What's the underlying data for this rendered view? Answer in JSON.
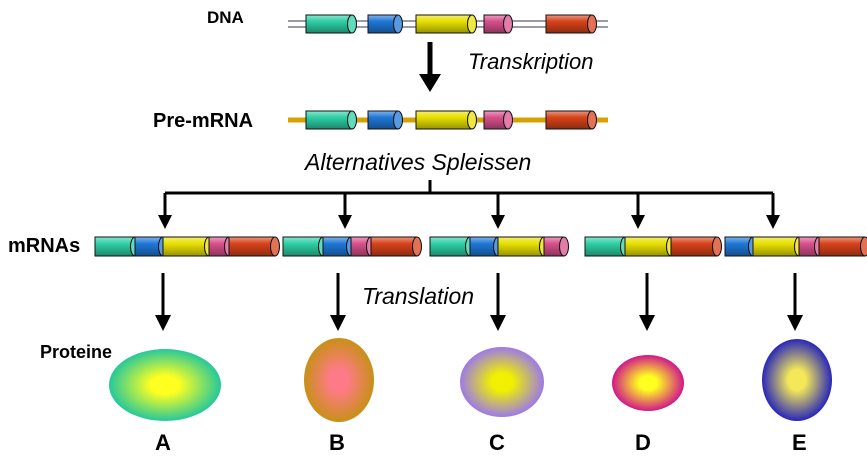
{
  "labels": {
    "dna": "DNA",
    "transcription": "Transkription",
    "pre_mrna": "Pre-mRNA",
    "alternative_splicing": "Alternatives Spleissen",
    "mrnas": "mRNAs",
    "translation": "Translation",
    "proteins": "Proteine"
  },
  "exon_colors": {
    "teal": "#2ecfa6",
    "blue": "#1f78d8",
    "yellow": "#e8e000",
    "pink": "#d8508c",
    "red": "#d8431a"
  },
  "strand_colors": {
    "dna": "#9a9aaa",
    "pre_mrna": "#d8a000"
  },
  "transcripts": [
    {
      "exons": [
        "teal",
        "blue",
        "yellow",
        "pink",
        "red"
      ]
    },
    {
      "exons": [
        "teal",
        "blue",
        "pink",
        "red"
      ]
    },
    {
      "exons": [
        "teal",
        "blue",
        "yellow",
        "pink"
      ]
    },
    {
      "exons": [
        "teal",
        "yellow",
        "red"
      ]
    },
    {
      "exons": [
        "blue",
        "yellow",
        "pink",
        "red"
      ]
    }
  ],
  "proteins": [
    {
      "letter": "A",
      "center": "#ffff20",
      "edge": "#26c89a"
    },
    {
      "letter": "B",
      "center": "#ff7a88",
      "edge": "#c89018"
    },
    {
      "letter": "C",
      "center": "#f0f000",
      "edge": "#9c7ae8"
    },
    {
      "letter": "D",
      "center": "#ffff20",
      "edge": "#d01888"
    },
    {
      "letter": "E",
      "center": "#f4e858",
      "edge": "#2828b8"
    }
  ]
}
